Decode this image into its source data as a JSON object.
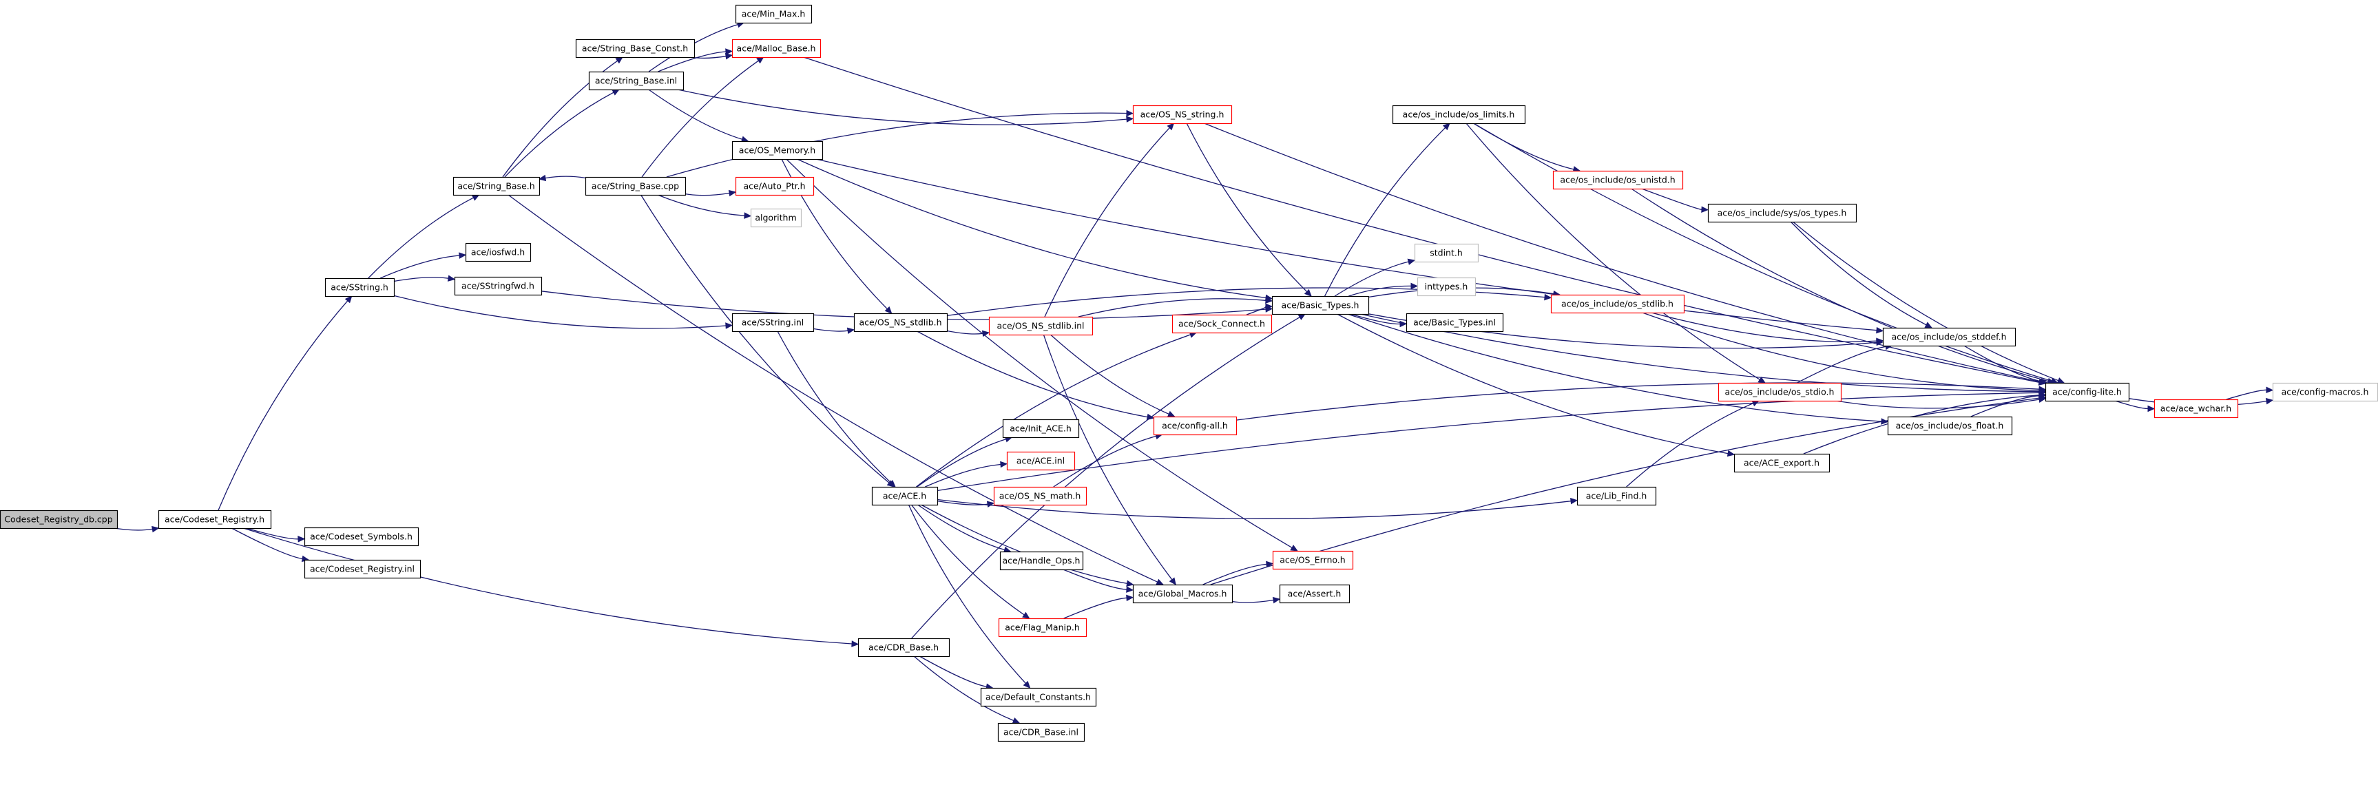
{
  "colors": {
    "edge": "#191970",
    "border_normal": "#000000",
    "border_truncated": "#ff0000",
    "border_external": "#bfbfbf",
    "root_fill": "#bfbfbf"
  },
  "nodes": {
    "root": {
      "label": "Codeset_Registry_db.cpp",
      "kind": "root"
    },
    "registry_h": {
      "label": "ace/Codeset_Registry.h",
      "kind": "normal"
    },
    "symbols_h": {
      "label": "ace/Codeset_Symbols.h",
      "kind": "normal"
    },
    "registry_inl": {
      "label": "ace/Codeset_Registry.inl",
      "kind": "normal"
    },
    "sstring_h": {
      "label": "ace/SString.h",
      "kind": "normal"
    },
    "string_base_h": {
      "label": "ace/String_Base.h",
      "kind": "normal"
    },
    "string_base_const_h": {
      "label": "ace/String_Base_Const.h",
      "kind": "normal"
    },
    "string_base_inl": {
      "label": "ace/String_Base.inl",
      "kind": "normal"
    },
    "string_base_cpp": {
      "label": "ace/String_Base.cpp",
      "kind": "normal"
    },
    "iosfwd_h": {
      "label": "ace/iosfwd.h",
      "kind": "normal"
    },
    "sstringfwd_h": {
      "label": "ace/SStringfwd.h",
      "kind": "normal"
    },
    "min_max_h": {
      "label": "ace/Min_Max.h",
      "kind": "normal"
    },
    "malloc_base_h": {
      "label": "ace/Malloc_Base.h",
      "kind": "truncated"
    },
    "os_memory_h": {
      "label": "ace/OS_Memory.h",
      "kind": "normal"
    },
    "auto_ptr_h": {
      "label": "ace/Auto_Ptr.h",
      "kind": "truncated"
    },
    "algorithm": {
      "label": "algorithm",
      "kind": "external"
    },
    "sstring_inl": {
      "label": "ace/SString.inl",
      "kind": "normal"
    },
    "os_ns_stdlib_h": {
      "label": "ace/OS_NS_stdlib.h",
      "kind": "normal"
    },
    "os_ns_stdlib_inl": {
      "label": "ace/OS_NS_stdlib.inl",
      "kind": "truncated"
    },
    "os_ns_string_h": {
      "label": "ace/OS_NS_string.h",
      "kind": "truncated"
    },
    "sock_connect_h": {
      "label": "ace/Sock_Connect.h",
      "kind": "truncated"
    },
    "basic_types_h": {
      "label": "ace/Basic_Types.h",
      "kind": "normal"
    },
    "config_all_h": {
      "label": "ace/config-all.h",
      "kind": "truncated"
    },
    "init_ace_h": {
      "label": "ace/Init_ACE.h",
      "kind": "normal"
    },
    "ace_inl": {
      "label": "ace/ACE.inl",
      "kind": "truncated"
    },
    "ace_h": {
      "label": "ace/ACE.h",
      "kind": "normal"
    },
    "os_ns_math_h": {
      "label": "ace/OS_NS_math.h",
      "kind": "truncated"
    },
    "handle_ops_h": {
      "label": "ace/Handle_Ops.h",
      "kind": "normal"
    },
    "flag_manip_h": {
      "label": "ace/Flag_Manip.h",
      "kind": "truncated"
    },
    "global_macros_h": {
      "label": "ace/Global_Macros.h",
      "kind": "normal"
    },
    "os_errno_h": {
      "label": "ace/OS_Errno.h",
      "kind": "truncated"
    },
    "assert_h": {
      "label": "ace/Assert.h",
      "kind": "normal"
    },
    "cdr_base_h": {
      "label": "ace/CDR_Base.h",
      "kind": "normal"
    },
    "default_constants_h": {
      "label": "ace/Default_Constants.h",
      "kind": "normal"
    },
    "cdr_base_inl": {
      "label": "ace/CDR_Base.inl",
      "kind": "normal"
    },
    "os_limits_h": {
      "label": "ace/os_include/os_limits.h",
      "kind": "normal"
    },
    "os_unistd_h": {
      "label": "ace/os_include/os_unistd.h",
      "kind": "truncated"
    },
    "sys_os_types_h": {
      "label": "ace/os_include/sys/os_types.h",
      "kind": "normal"
    },
    "stdint_h": {
      "label": "stdint.h",
      "kind": "external"
    },
    "inttypes_h": {
      "label": "inttypes.h",
      "kind": "external"
    },
    "basic_types_inl": {
      "label": "ace/Basic_Types.inl",
      "kind": "normal"
    },
    "os_stdlib_h": {
      "label": "ace/os_include/os_stdlib.h",
      "kind": "truncated"
    },
    "os_stddef_h": {
      "label": "ace/os_include/os_stddef.h",
      "kind": "normal"
    },
    "os_stdio_h": {
      "label": "ace/os_include/os_stdio.h",
      "kind": "truncated"
    },
    "os_float_h": {
      "label": "ace/os_include/os_float.h",
      "kind": "normal"
    },
    "ace_export_h": {
      "label": "ace/ACE_export.h",
      "kind": "normal"
    },
    "lib_find_h": {
      "label": "ace/Lib_Find.h",
      "kind": "normal"
    },
    "config_lite_h": {
      "label": "ace/config-lite.h",
      "kind": "normal"
    },
    "ace_wchar_h": {
      "label": "ace/ace_wchar.h",
      "kind": "truncated"
    },
    "config_macros_h": {
      "label": "ace/config-macros.h",
      "kind": "external"
    }
  },
  "edges": [
    [
      "root",
      "registry_h"
    ],
    [
      "registry_h",
      "sstring_h"
    ],
    [
      "registry_h",
      "symbols_h"
    ],
    [
      "registry_h",
      "registry_inl"
    ],
    [
      "registry_h",
      "cdr_base_h"
    ],
    [
      "sstring_h",
      "string_base_h"
    ],
    [
      "sstring_h",
      "iosfwd_h"
    ],
    [
      "sstring_h",
      "sstringfwd_h"
    ],
    [
      "sstring_h",
      "sstring_inl"
    ],
    [
      "string_base_h",
      "string_base_const_h"
    ],
    [
      "string_base_h",
      "string_base_inl"
    ],
    [
      "string_base_h",
      "global_macros_h"
    ],
    [
      "string_base_const_h",
      "malloc_base_h"
    ],
    [
      "string_base_inl",
      "malloc_base_h"
    ],
    [
      "string_base_inl",
      "min_max_h"
    ],
    [
      "string_base_inl",
      "os_ns_string_h"
    ],
    [
      "string_base_inl",
      "os_memory_h"
    ],
    [
      "string_base_cpp",
      "string_base_h"
    ],
    [
      "string_base_cpp",
      "malloc_base_h"
    ],
    [
      "string_base_cpp",
      "auto_ptr_h"
    ],
    [
      "string_base_cpp",
      "algorithm"
    ],
    [
      "string_base_cpp",
      "os_ns_string_h"
    ],
    [
      "string_base_cpp",
      "ace_h"
    ],
    [
      "malloc_base_h",
      "config_lite_h"
    ],
    [
      "os_memory_h",
      "os_ns_stdlib_h"
    ],
    [
      "os_memory_h",
      "basic_types_h"
    ],
    [
      "os_memory_h",
      "os_stddef_h"
    ],
    [
      "os_memory_h",
      "os_errno_h"
    ],
    [
      "sstringfwd_h",
      "basic_types_h"
    ],
    [
      "sstring_inl",
      "os_ns_stdlib_h"
    ],
    [
      "sstring_inl",
      "ace_h"
    ],
    [
      "os_ns_stdlib_h",
      "os_ns_stdlib_inl"
    ],
    [
      "os_ns_stdlib_h",
      "os_stdlib_h"
    ],
    [
      "os_ns_stdlib_h",
      "config_all_h"
    ],
    [
      "os_ns_stdlib_inl",
      "os_ns_string_h"
    ],
    [
      "os_ns_stdlib_inl",
      "config_all_h"
    ],
    [
      "os_ns_stdlib_inl",
      "global_macros_h"
    ],
    [
      "os_ns_stdlib_inl",
      "basic_types_h"
    ],
    [
      "os_ns_string_h",
      "basic_types_h"
    ],
    [
      "os_ns_string_h",
      "config_lite_h"
    ],
    [
      "sock_connect_h",
      "basic_types_h"
    ],
    [
      "basic_types_h",
      "os_limits_h"
    ],
    [
      "basic_types_h",
      "stdint_h"
    ],
    [
      "basic_types_h",
      "inttypes_h"
    ],
    [
      "basic_types_h",
      "basic_types_inl"
    ],
    [
      "basic_types_h",
      "os_stdlib_h"
    ],
    [
      "basic_types_h",
      "os_stddef_h"
    ],
    [
      "basic_types_h",
      "os_float_h"
    ],
    [
      "basic_types_h",
      "ace_export_h"
    ],
    [
      "basic_types_h",
      "config_lite_h"
    ],
    [
      "config_all_h",
      "config_lite_h"
    ],
    [
      "ace_h",
      "init_ace_h"
    ],
    [
      "ace_h",
      "ace_inl"
    ],
    [
      "ace_h",
      "os_ns_math_h"
    ],
    [
      "ace_h",
      "sock_connect_h"
    ],
    [
      "ace_h",
      "handle_ops_h"
    ],
    [
      "ace_h",
      "flag_manip_h"
    ],
    [
      "ace_h",
      "default_constants_h"
    ],
    [
      "ace_h",
      "lib_find_h"
    ],
    [
      "ace_h",
      "global_macros_h"
    ],
    [
      "ace_h",
      "config_lite_h"
    ],
    [
      "os_ns_math_h",
      "config_all_h"
    ],
    [
      "handle_ops_h",
      "global_macros_h"
    ],
    [
      "flag_manip_h",
      "global_macros_h"
    ],
    [
      "global_macros_h",
      "os_errno_h"
    ],
    [
      "global_macros_h",
      "assert_h"
    ],
    [
      "global_macros_h",
      "config_lite_h"
    ],
    [
      "cdr_base_h",
      "basic_types_h"
    ],
    [
      "cdr_base_h",
      "default_constants_h"
    ],
    [
      "cdr_base_h",
      "cdr_base_inl"
    ],
    [
      "os_limits_h",
      "os_unistd_h"
    ],
    [
      "os_limits_h",
      "os_stdio_h"
    ],
    [
      "os_limits_h",
      "config_lite_h"
    ],
    [
      "os_unistd_h",
      "sys_os_types_h"
    ],
    [
      "os_unistd_h",
      "config_lite_h"
    ],
    [
      "sys_os_types_h",
      "os_stddef_h"
    ],
    [
      "sys_os_types_h",
      "config_lite_h"
    ],
    [
      "os_stdlib_h",
      "os_stddef_h"
    ],
    [
      "os_stdlib_h",
      "config_lite_h"
    ],
    [
      "os_stddef_h",
      "config_lite_h"
    ],
    [
      "os_stdio_h",
      "os_stddef_h"
    ],
    [
      "os_stdio_h",
      "config_lite_h"
    ],
    [
      "os_float_h",
      "config_lite_h"
    ],
    [
      "ace_export_h",
      "config_lite_h"
    ],
    [
      "lib_find_h",
      "os_stdio_h"
    ],
    [
      "config_lite_h",
      "ace_wchar_h"
    ],
    [
      "config_lite_h",
      "config_macros_h"
    ],
    [
      "ace_wchar_h",
      "config_macros_h"
    ]
  ]
}
